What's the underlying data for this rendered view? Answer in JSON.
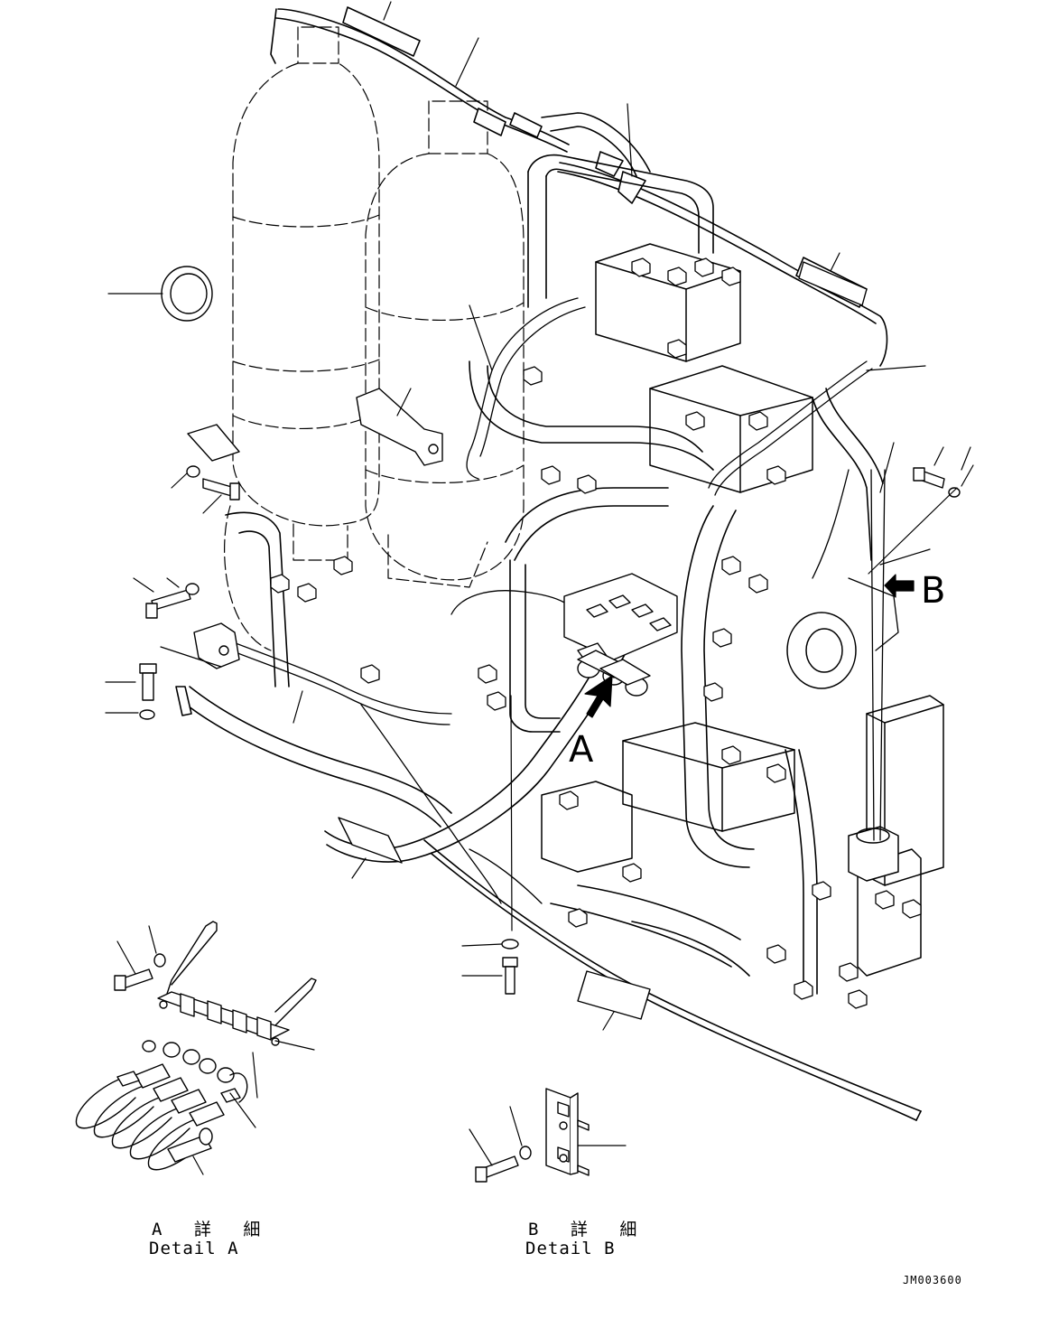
{
  "view_labels": {
    "view_a": "A",
    "view_b": "B"
  },
  "details": {
    "detail_a_jp": "A 詳 細",
    "detail_a_en": "Detail A",
    "detail_b_jp": "B 詳 細",
    "detail_b_en": "Detail B"
  },
  "drawing_code": "JM003600"
}
